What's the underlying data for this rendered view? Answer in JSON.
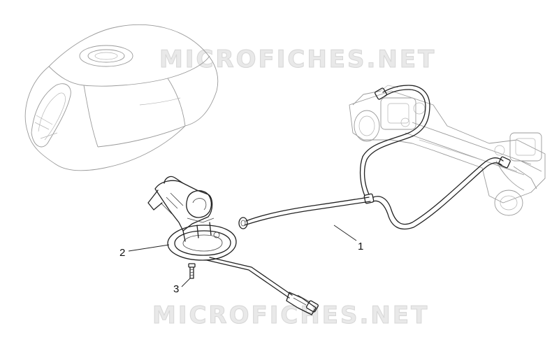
{
  "watermark": {
    "top": "MICROFICHES.NET",
    "bottom": "MICROFICHES.NET"
  },
  "callouts": [
    {
      "id": "1",
      "label": "1"
    },
    {
      "id": "2",
      "label": "2"
    },
    {
      "id": "3",
      "label": "3"
    }
  ],
  "icons": [
    "fuel-tank",
    "fuel-pump",
    "fuel-hose",
    "throttle-bodies",
    "screw",
    "connector"
  ]
}
